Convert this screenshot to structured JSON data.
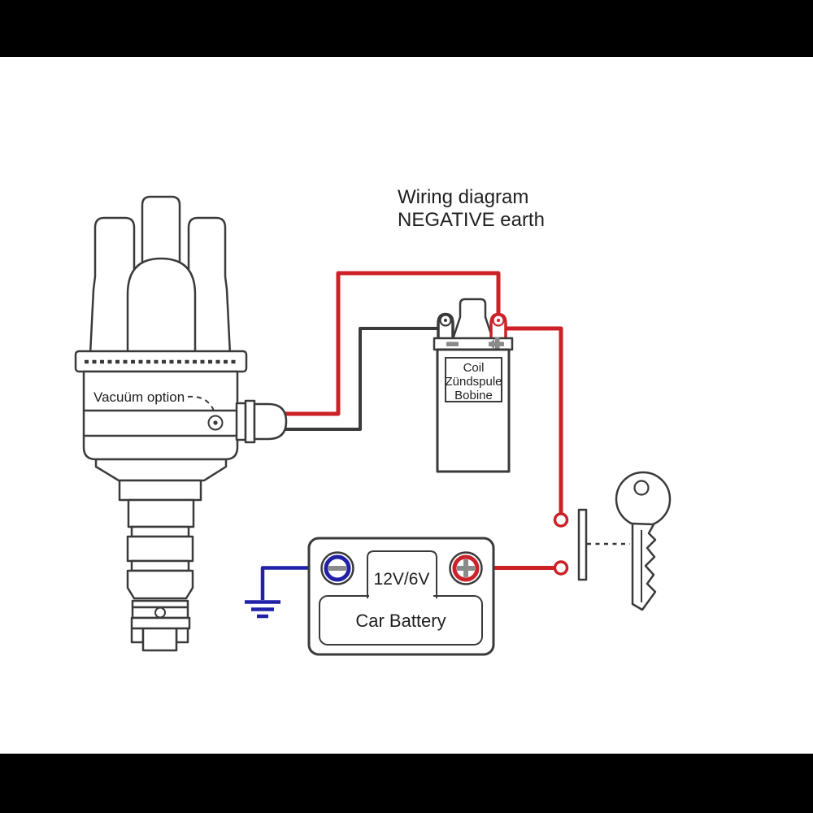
{
  "title": {
    "line1": "Wiring diagram",
    "line2": "NEGATIVE earth"
  },
  "distributor": {
    "vacuum_label": "Vacuüm option"
  },
  "coil": {
    "line1": "Coil",
    "line2": "Zündspule",
    "line3": "Bobine"
  },
  "battery": {
    "voltage": "12V/6V",
    "label": "Car Battery"
  },
  "icons": {
    "battery_negative": "minus-in-circle",
    "battery_positive": "plus-in-circle",
    "coil_negative_mark": "minus",
    "coil_positive_mark": "plus",
    "earth": "ground-symbol",
    "ignition": "key",
    "vacuum_port": "small-circle-port"
  },
  "colors": {
    "letterbox": "#000000",
    "outline": "#3a3a3a",
    "wire_positive": "#cc2127",
    "wire_ground": "#3a3a3a",
    "wire_earth": "#2222a8",
    "battery_negative_ring": "#2121a8",
    "battery_positive_ring": "#c9232b",
    "terminal_sign": "#8a8a8a"
  }
}
